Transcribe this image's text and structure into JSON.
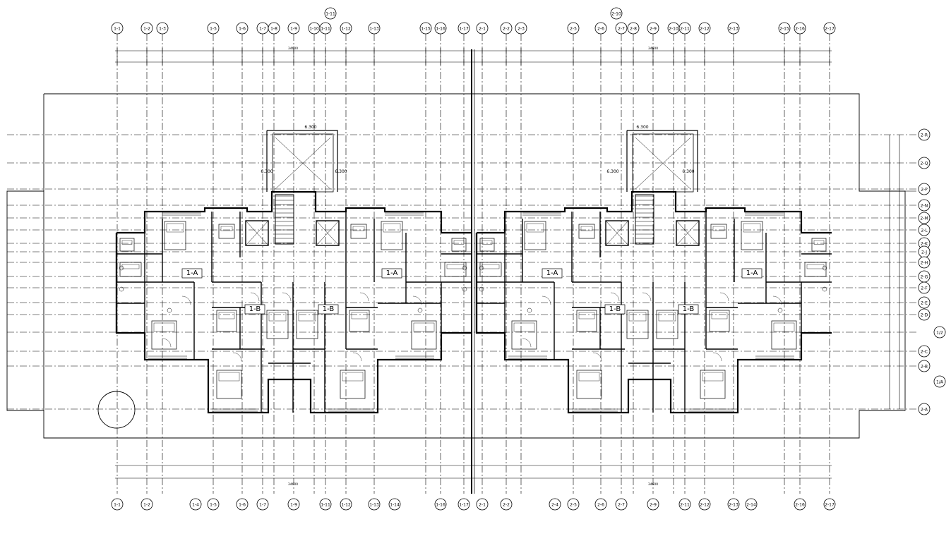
{
  "drawing": {
    "units": [
      {
        "label": "1-A"
      },
      {
        "label": "1-B"
      },
      {
        "label": "1-B"
      },
      {
        "label": "1-A"
      },
      {
        "label": "1-A"
      },
      {
        "label": "1-B"
      },
      {
        "label": "1-B"
      },
      {
        "label": "1-A"
      }
    ],
    "elevation_marks": [
      "6.300",
      "6.300",
      "6.300",
      "6.300",
      "6.300",
      "6.300"
    ],
    "axes_top": [
      "1-1",
      "1-2",
      "1-3",
      "1-5",
      "1-6",
      "1-7",
      "1-8",
      "1-9",
      "1-10",
      "1-11",
      "1-12",
      "1-13",
      "1-15",
      "1-16",
      "1-17",
      "2-1",
      "2-2",
      "2-3",
      "2-5",
      "2-6",
      "2-7",
      "2-8",
      "2-9",
      "2-10",
      "2-11",
      "2-12",
      "2-13",
      "2-15",
      "2-16",
      "2-17"
    ],
    "axes_top_extra": [
      "1-11",
      "2-10"
    ],
    "axes_bottom": [
      "1-1",
      "1-2",
      "1-4",
      "1-5",
      "1-6",
      "1-7",
      "1-9",
      "1-11",
      "1-12",
      "1-13",
      "1-14",
      "1-16",
      "1-17",
      "2-1",
      "2-2",
      "2-4",
      "2-5",
      "2-6",
      "2-7",
      "2-9",
      "2-11",
      "2-12",
      "2-13",
      "2-14",
      "2-16",
      "2-17"
    ],
    "axes_right": [
      "2-R",
      "2-Q",
      "2-P",
      "2-N",
      "2-M",
      "2-L",
      "2-K",
      "2-J",
      "2-H",
      "2-G",
      "2-F",
      "2-E",
      "2-D",
      "2-C",
      "2-B",
      "2-A"
    ],
    "axes_right_extra": [
      "1/2",
      "1/A"
    ],
    "overall_dims": [
      "34600",
      "34600",
      "34600",
      "34600"
    ]
  }
}
